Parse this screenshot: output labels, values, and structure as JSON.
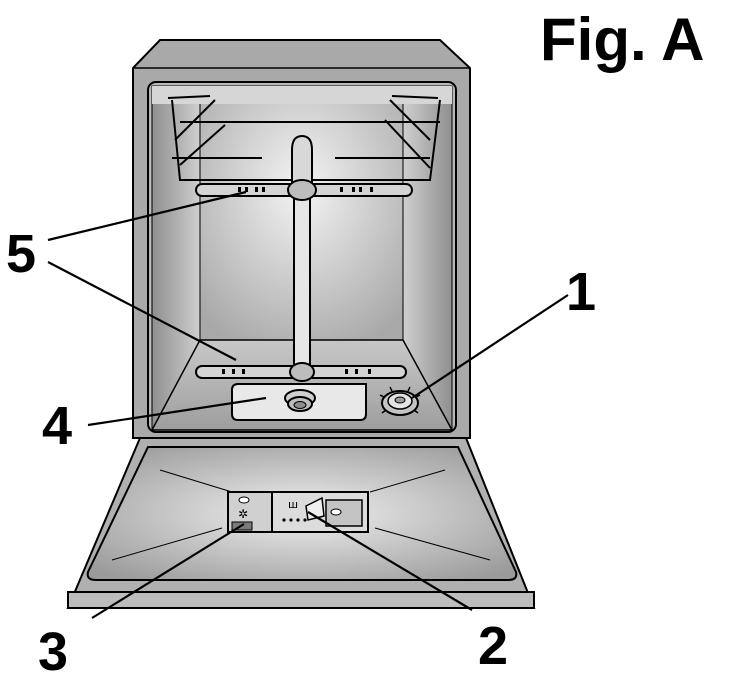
{
  "figure": {
    "title": "Fig. A"
  },
  "callouts": [
    {
      "id": "1",
      "label": "1",
      "points_to": "salt-container-cap"
    },
    {
      "id": "2",
      "label": "2",
      "points_to": "detergent-dispenser"
    },
    {
      "id": "3",
      "label": "3",
      "points_to": "rinse-aid-dispenser"
    },
    {
      "id": "4",
      "label": "4",
      "points_to": "filter-assembly"
    },
    {
      "id": "5",
      "label": "5",
      "points_to": "spray-arms"
    }
  ],
  "colors": {
    "outline": "#000000",
    "cabinet": "#a9a9a9",
    "interior_light": "#eeeeee",
    "interior_dark": "#9a9a9a",
    "door": "#b0b0b0",
    "background": "#ffffff"
  }
}
